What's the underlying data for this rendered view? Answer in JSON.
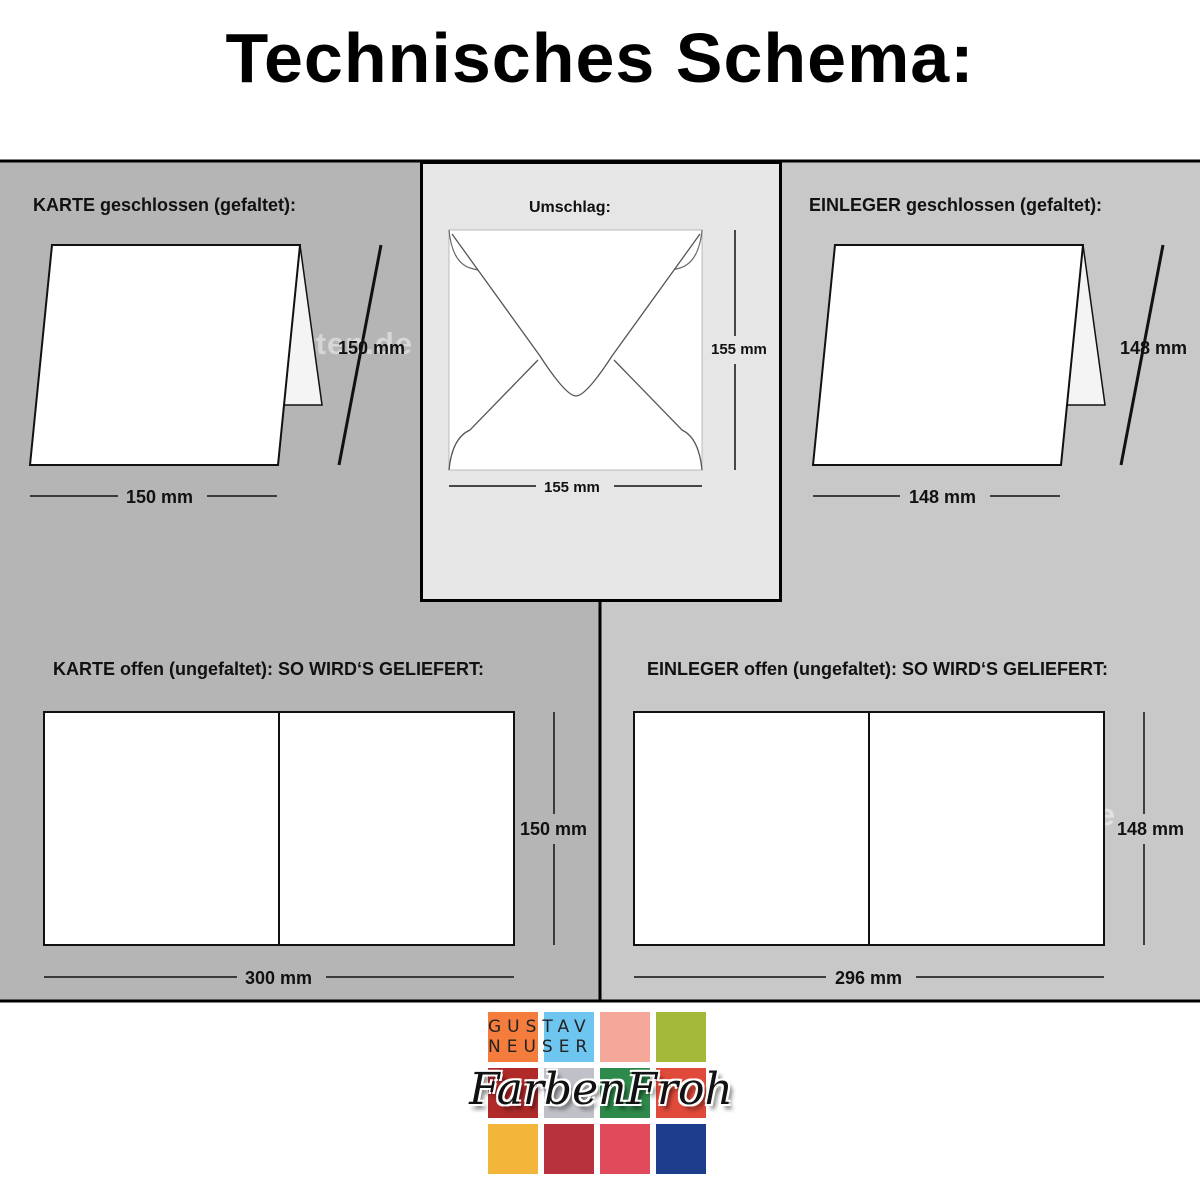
{
  "title": "Technisches Schema:",
  "panels": {
    "card_closed": {
      "label": "KARTE geschlossen (gefaltet):",
      "height": "150 mm",
      "width": "150 mm"
    },
    "envelope": {
      "label": "Umschlag:",
      "height": "155 mm",
      "width": "155 mm"
    },
    "insert_closed": {
      "label": "EINLEGER geschlossen (gefaltet):",
      "height": "148 mm",
      "width": "148 mm"
    },
    "card_open": {
      "label": "KARTE offen (ungefaltet): SO WIRD‘S GELIEFERT:",
      "height": "150 mm",
      "width": "300 mm"
    },
    "insert_open": {
      "label": "EINLEGER offen (ungefaltet): SO WIRD‘S GELIEFERT:",
      "height": "148 mm",
      "width": "296 mm"
    }
  },
  "watermark": "www.papier-karten.de",
  "logo": {
    "brand_top": "GUSTAV NEUSER",
    "brand_script": "FarbenFroh",
    "colors_top": [
      "#f47c3c",
      "#6ec6f0",
      "#f5a89a",
      "#a4b83a"
    ],
    "colors_mid": [
      "#b02a2a",
      "#c0c0c8",
      "#2e8a4a",
      "#e04a3a"
    ],
    "colors_bottom": [
      "#f4b63a",
      "#b8323e",
      "#e04a5a",
      "#1c3c8c"
    ]
  },
  "colors": {
    "panel_dark": "#b5b5b5",
    "panel_mid": "#c8c8c8",
    "panel_light": "#e6e6e6"
  }
}
